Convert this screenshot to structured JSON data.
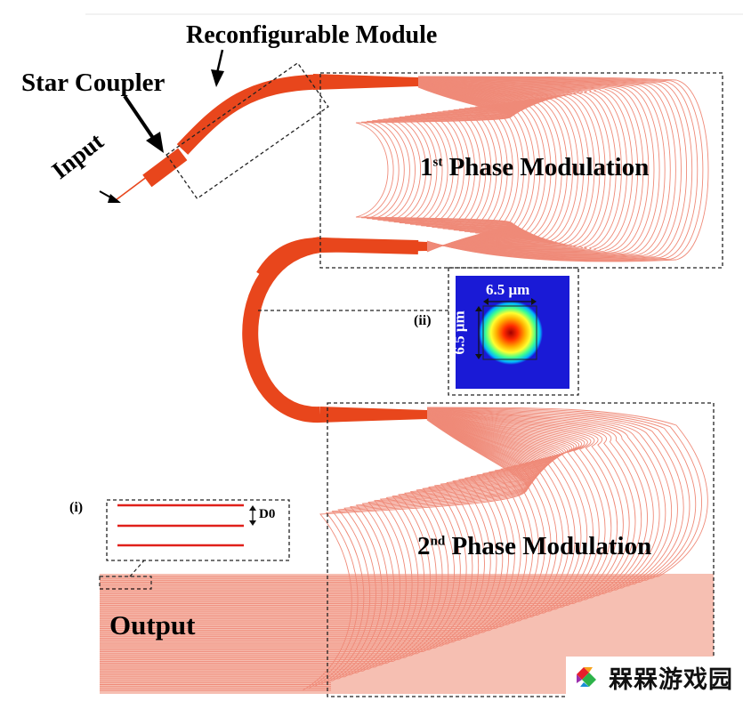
{
  "labels": {
    "reconfigurable_module": "Reconfigurable Module",
    "star_coupler": "Star Coupler",
    "input": "Input",
    "phase1_number": "1",
    "phase1_sup": "st",
    "phase1_text": "Phase Modulation",
    "phase2_number": "2",
    "phase2_sup": "nd",
    "phase2_text": "Phase Modulation",
    "output": "Output",
    "inset_i_tag": "(i)",
    "inset_i_dim": "D0",
    "inset_ii_tag": "(ii)",
    "inset_ii_width": "6.5 μm",
    "inset_ii_height": "6.5 μm"
  },
  "watermark": {
    "text": "槑槑游戏园",
    "icon": "colorful-s-logo-icon"
  },
  "colors": {
    "waveguide_bundle": "#e8461c",
    "waveguide_line": "#ef8a78",
    "output_fill": "#f6bfb2",
    "dashed_box": "#222222",
    "inset_line": "#e0201a",
    "mode_background": "#1a1ad6"
  },
  "waveguide_count": 60
}
